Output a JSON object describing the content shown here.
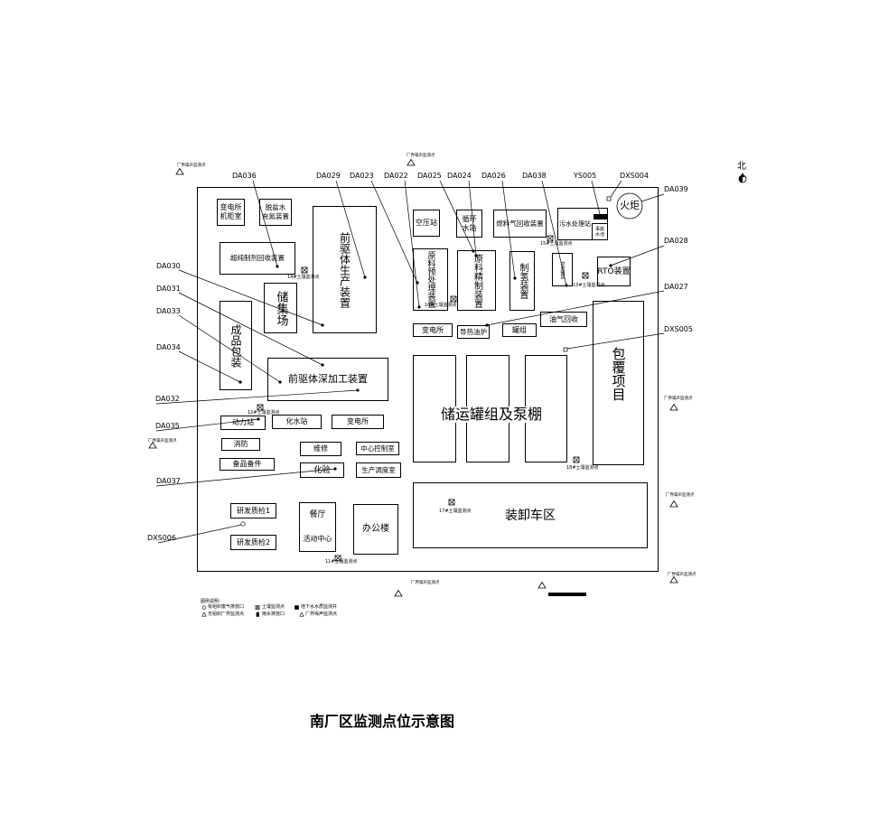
{
  "title": "南厂区监测点位示意图",
  "north": "北",
  "facilities": {
    "substation_cabinet_l1": "变电所",
    "substation_cabinet_l2": "机柜室",
    "desalted_water_l1": "脱盐水",
    "desalted_water_l2": "充氮装置",
    "reagent_recovery": "超纯制剂回收装置",
    "precursor_production": "前驱体生产装置",
    "storage_yard": "储集场",
    "product_packaging": "成品包装",
    "precursor_deep_processing": "前驱体深加工装置",
    "power_station": "动力站",
    "water_treatment_station": "化水站",
    "substation_south": "变电所",
    "fire_station": "消防",
    "spare_parts": "备品备件",
    "maintenance": "维修",
    "central_control_room": "中心控制室",
    "laboratory": "化验",
    "dispatch_room": "生产调度室",
    "rd_qc_1": "研发质检1",
    "rd_qc_2": "研发质检2",
    "canteen": "餐厅",
    "activity_center": "活动中心",
    "office_building": "办公楼",
    "loading_area": "装卸车区",
    "tank_farm": "储运罐组及泵棚",
    "coating_project": "包覆项目",
    "substation_east": "变电所",
    "thermal_oil_furnace": "导热油炉",
    "tank_group": "罐组",
    "vapor_recovery": "油气回收",
    "air_compressor_station": "空压站",
    "cooling_water_l1": "循环",
    "cooling_water_l2": "水站",
    "gas_recovery": "燃料气回收装置",
    "wastewater_station": "污水处理站",
    "accident_pool_l1": "事故",
    "accident_pool_l2": "水池",
    "flare": "火炬",
    "rto_unit": "RTO装置",
    "raw_pretreatment": "原料预处理装置",
    "raw_refining": "原料精制装置",
    "hydrogen_unit": "制氢装置",
    "intermediate_tank": "中间罐区"
  },
  "monitoring_points": [
    "DA036",
    "DA029",
    "DA023",
    "DA022",
    "DA025",
    "DA024",
    "DA026",
    "DA038",
    "YS005",
    "DXS004",
    "DA039",
    "DA028",
    "DA027",
    "DXS005",
    "DA030",
    "DA031",
    "DA033",
    "DA034",
    "DA032",
    "DA035",
    "DA037",
    "DXS006"
  ],
  "soil_points": [
    "14#土壤监测点",
    "15#土壤监测点",
    "13#土壤监测点",
    "16#土壤监测点",
    "12#土壤监测点",
    "18#土壤监测点",
    "17#土壤监测点",
    "11#土壤监测点"
  ],
  "boundary_point_label": "厂界噪声监测点",
  "legend": {
    "title": "图例说明：",
    "items": [
      {
        "icon": "open-circle-icon",
        "label": "有组织废气排放口"
      },
      {
        "icon": "crossed-square-icon",
        "label": "土壤监测点"
      },
      {
        "icon": "filled-square-icon",
        "label": "地下水水质监测井"
      },
      {
        "icon": "open-triangle-icon",
        "label": "无组织厂界监测点"
      },
      {
        "icon": "filled-bar-icon",
        "label": "雨水排放口"
      },
      {
        "icon": "open-triangle-icon",
        "label": "厂界噪声监测点"
      }
    ]
  }
}
